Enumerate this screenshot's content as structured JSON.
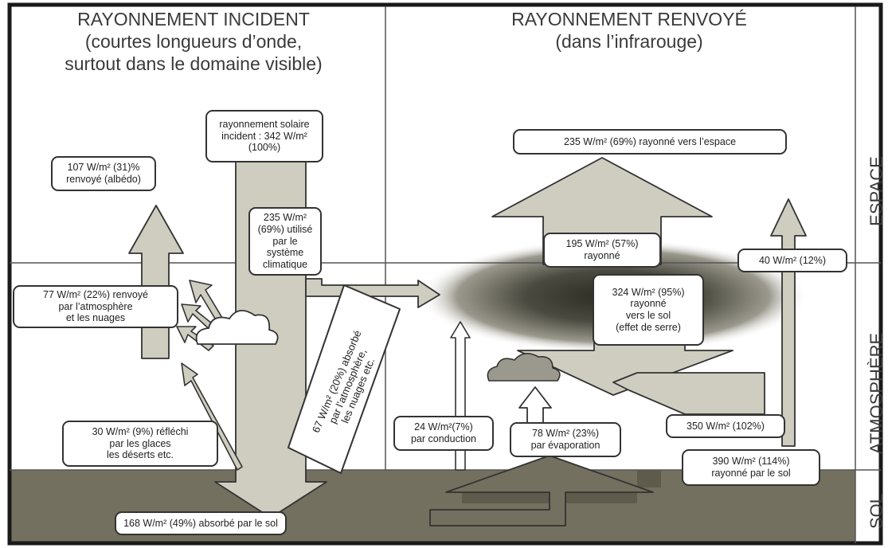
{
  "headers": {
    "incident": {
      "line1": "RAYONNEMENT INCIDENT",
      "line2": "(courtes longueurs d’onde,",
      "line3": "surtout dans le domaine visible)"
    },
    "renvoye": {
      "line1": "RAYONNEMENT RENVOYÉ",
      "line2": "(dans l’infrarouge)"
    }
  },
  "zones": {
    "espace": "ESPACE",
    "atmosphere": "ATMOSPHÈRE",
    "sol": "SOL"
  },
  "labels": {
    "solaire_incident": "rayonnement solaire\nincident : 342 W/m²\n(100%)",
    "albedo": "107 W/m² (31)%\nrenvoyé (albédo)",
    "utilise": "235 W/m²\n(69%) utilisé\npar le\nsystème\nclimatique",
    "renvoye_atmosphere": "77 W/m² (22%) renvoyé\npar l’atmosphère\net les nuages",
    "reflechi_glaces": "30 W/m² (9%) réfléchi\npar les glaces\nles déserts etc.",
    "absorbe_atmosphere": "67 W/m² (20%) absorbé\npar l’atmosphère,\nles nuages etc.",
    "absorbe_sol": "168 W/m² (49%) absorbé par le sol",
    "espace_total": "235 W/m² (69%)  rayonné vers l’espace",
    "rayonne_195": "195 W/m² (57%)\nrayonné",
    "fenetre_40": "40 W/m² (12%)",
    "effet_serre": "324 W/m² (95%)\nrayonné\nvers le sol\n(effet de serre)",
    "conduction": "24 W/m²(7%)\npar conduction",
    "evaporation": "78 W/m² (23%)\npar évaporation",
    "surface_350": "350 W/m² (102%)",
    "sol_390": "390 W/m² (114%)\nrayonné par le sol"
  },
  "colors": {
    "arrow_fill": "#cfcdc0",
    "sol_fill": "#74705f",
    "outline": "#333333",
    "frame": "#1a1a1a"
  }
}
